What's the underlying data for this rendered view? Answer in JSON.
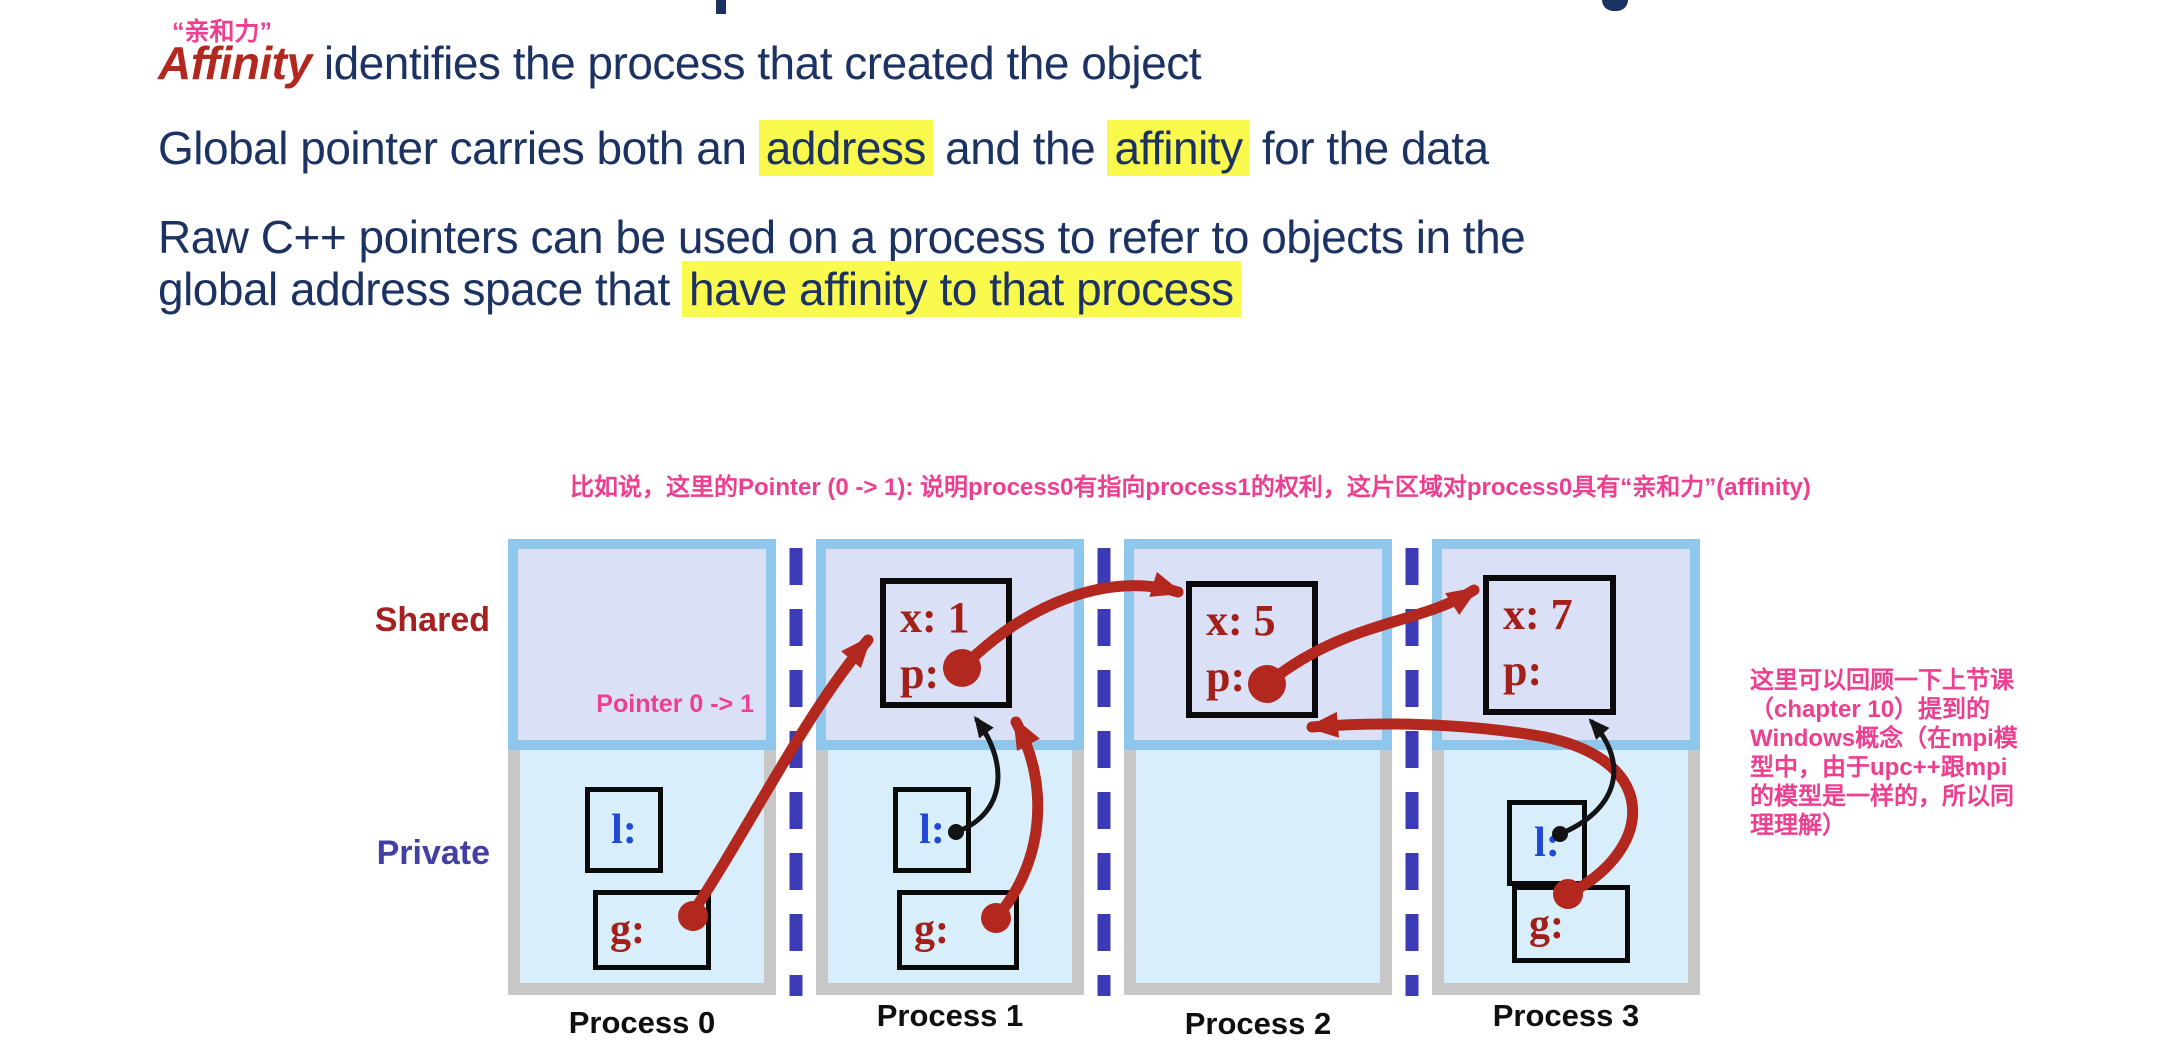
{
  "slide": {
    "cn_affinity_quote": "“亲和力”",
    "para1": {
      "lead": "Affinity",
      "rest": " identifies the process that created the object"
    },
    "para2": {
      "pre": "Global pointer carries both an ",
      "highlight1": "address",
      "mid": " and the ",
      "highlight2": "affinity",
      "post": " for the data"
    },
    "para3": {
      "pre": "Raw C++ pointers can be used on a process to refer to objects in the\nglobal address space that ",
      "highlight": "have affinity to that process"
    },
    "center_note": "比如说，这里的Pointer (0 -> 1): 说明process0有指向process1的权利，这片区域对process0具有“亲和力”(affinity)",
    "side_note": "这里可以回顾一下上节课\n（chapter 10）提到的\nWindows概念（在mpi模\n型中，由于upc++跟mpi\n的模型是一样的，所以同\n理理解）"
  },
  "diagram": {
    "shared_label": "Shared",
    "private_label": "Private",
    "pointer_label": "Pointer 0 -> 1",
    "processes": [
      {
        "label": "Process 0",
        "shared": null,
        "private": {
          "l": "l:",
          "g": "g:"
        }
      },
      {
        "label": "Process 1",
        "shared": {
          "x": "x: 1",
          "p": "p:"
        },
        "private": {
          "l": "l:",
          "g": "g:"
        }
      },
      {
        "label": "Process 2",
        "shared": {
          "x": "x: 5",
          "p": "p:"
        },
        "private": null
      },
      {
        "label": "Process 3",
        "shared": {
          "x": "x: 7",
          "p": "p:"
        },
        "private": {
          "l": "l:",
          "g": "g:"
        }
      }
    ],
    "arrows": [
      "process0.g -> process1.shared_box",
      "process1.p -> process2.shared_box",
      "process2.p -> process3.shared_box",
      "process1.g -> process1.shared_box",
      "process3.g -> process2.shared_box",
      "process1.l -> process1.shared_box (local)",
      "process3.l -> process3.shared_box (local)"
    ]
  },
  "colors": {
    "navy_text": "#1b3263",
    "affinity_red": "#b2281e",
    "highlight_yellow": "#fafa4e",
    "annotation_pink": "#ee3e90",
    "shared_fill": "#dae1f6",
    "shared_border": "#8fc7ec",
    "private_fill": "#d8eefa",
    "column_gray": "#c7c7c7",
    "dash_blue": "#3b3bb5",
    "shared_label_red": "#a52121",
    "private_label_indigo": "#4340a5",
    "l_blue": "#2149d8",
    "box_text_red": "#a32019"
  }
}
